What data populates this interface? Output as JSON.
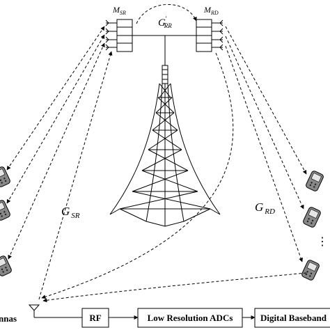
{
  "labels": {
    "m_sr_main": "M",
    "m_sr_sub": "SR",
    "m_rd_main": "M",
    "m_rd_sub": "RD",
    "g_rr_main": "G",
    "g_rr_prime": "'",
    "g_rr_sub": "RR",
    "g_sr_main": "G",
    "g_sr_sub": "SR",
    "g_rd_main": "G",
    "g_rd_sub": "RD",
    "antennas_partial": "nnas",
    "ellipsis": "⋮"
  },
  "blocks": {
    "rf": "RF",
    "adc": "Low Resolution ADCs",
    "baseband": "Digital Baseband"
  },
  "icons": {
    "tower": "lattice-tower-icon",
    "antenna_array": "antenna-array-icon",
    "phone": "mobile-phone-icon",
    "receive_antenna": "antenna-icon"
  }
}
